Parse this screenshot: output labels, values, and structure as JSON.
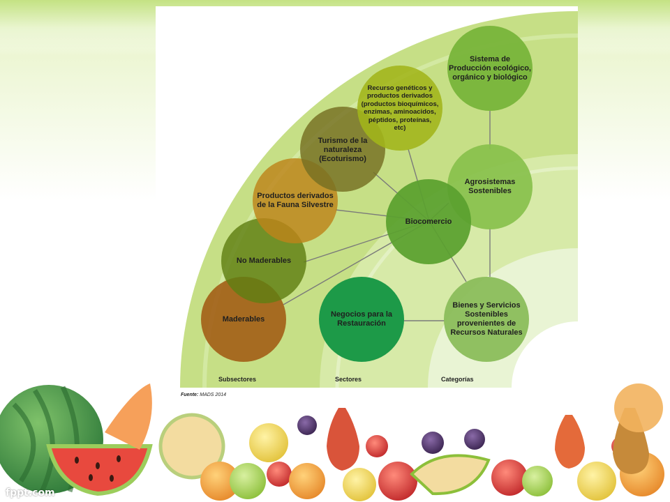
{
  "diagram": {
    "nodes": {
      "center": "Biocomercio",
      "maderables": "Maderables",
      "no_maderables": "No Maderables",
      "fauna": "Productos derivados\nde la Fauna Silvestre",
      "turismo": "Turismo de la\nnaturaleza\n(Ecoturismo)",
      "recursos": "Recurso genéticos y\nproductos derivados\n(productos bioquímicos,\nenzimas, aminoacidos,\npéptidos, proteínas,\netc)",
      "sistema": "Sistema de\nProducción ecológico,\norgánico y biológico",
      "agrosistemas": "Agrosistemas\nSostenibles",
      "bienes": "Bienes y Servicios\nSostenibles\nprovenientes de\nRecursos Naturales",
      "negocios": "Negocios para la\nRestauración"
    },
    "axis": {
      "subsectores": "Subsectores",
      "sectores": "Sectores",
      "categorias": "Categorías"
    },
    "source_prefix": "Fuente:",
    "source_text": "MADS 2014"
  },
  "colors": {
    "ring_outer": "#c8e08a",
    "ring_middle": "#dcedb3",
    "ring_inner": "#eef6dc",
    "maderables": "#a8661c",
    "no_maderables": "#6a8a1a",
    "fauna": "#c28a1e",
    "turismo": "#7d7a2e",
    "recursos": "#a6b81c",
    "center": "#5aa02e",
    "sistema": "#7cb83c",
    "agrosistemas": "#8cc24e",
    "bienes": "#8dbe5e",
    "negocios": "#1e9a48"
  },
  "footer": {
    "brand": "fppt.com"
  }
}
